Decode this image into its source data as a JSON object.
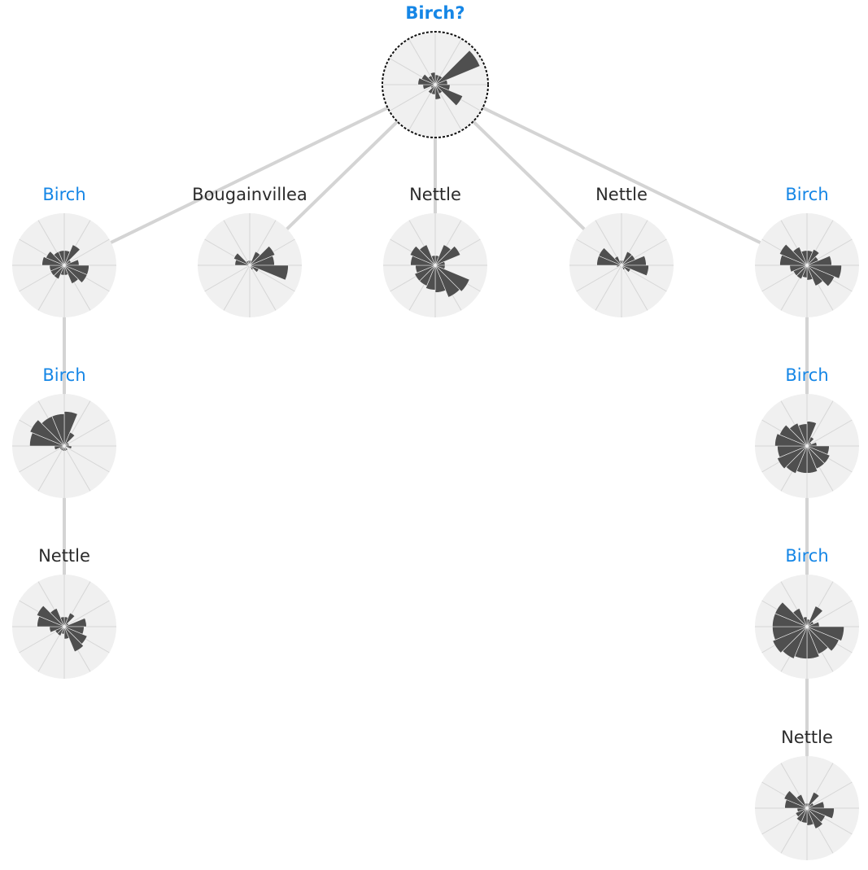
{
  "colors": {
    "birch": "#1586e6",
    "other": "#2b2b2b",
    "edge": "#d4d4d4",
    "disk": "#f0f0f0",
    "grid": "#d6d6d6",
    "petal": "#4f4f4f",
    "root_ring": "#111111"
  },
  "root": {
    "label": "Birch?",
    "species": "birch",
    "petals": [
      0.2,
      0.2,
      0.98,
      0.25,
      0.3,
      0.6,
      0.2,
      0.3,
      0.2,
      0.2,
      0.1,
      0.25,
      0.35,
      0.3,
      0.2,
      0.25
    ]
  },
  "columns": [
    [
      {
        "label": "Birch",
        "species": "birch",
        "petals": [
          0.3,
          0.45,
          0.15,
          0.3,
          0.5,
          0.5,
          0.4,
          0.2,
          0.2,
          0.3,
          0.3,
          0.3,
          0.45,
          0.4,
          0.3,
          0.3
        ]
      },
      {
        "label": "Birch",
        "species": "birch",
        "petals": [
          0.7,
          0.3,
          0.1,
          0.1,
          0.15,
          0.05,
          0.1,
          0.1,
          0.1,
          0.1,
          0.1,
          0.2,
          0.7,
          0.75,
          0.65,
          0.65
        ]
      },
      {
        "label": "Nettle",
        "species": "nettle",
        "petals": [
          0.2,
          0.3,
          0.1,
          0.45,
          0.4,
          0.5,
          0.55,
          0.25,
          0.15,
          0.2,
          0.2,
          0.3,
          0.55,
          0.6,
          0.4,
          0.2
        ]
      }
    ],
    [
      {
        "label": "Bougainvillea",
        "species": "other",
        "petals": [
          0.1,
          0.3,
          0.55,
          0.5,
          0.78,
          0.2,
          0.1,
          0.05,
          0.05,
          0.05,
          0.05,
          0.05,
          0.3,
          0.35,
          0.1,
          0.1
        ]
      }
    ],
    [
      {
        "label": "Nettle",
        "species": "nettle",
        "petals": [
          0.2,
          0.45,
          0.55,
          0.2,
          0.2,
          0.75,
          0.7,
          0.55,
          0.5,
          0.45,
          0.45,
          0.4,
          0.5,
          0.55,
          0.45,
          0.2
        ]
      }
    ],
    [
      {
        "label": "Nettle",
        "species": "nettle",
        "petals": [
          0.1,
          0.3,
          0.3,
          0.5,
          0.55,
          0.2,
          0.1,
          0.05,
          0.05,
          0.05,
          0.05,
          0.1,
          0.5,
          0.5,
          0.2,
          0.1
        ]
      }
    ],
    [
      {
        "label": "Birch",
        "species": "birch",
        "petals": [
          0.3,
          0.35,
          0.25,
          0.5,
          0.7,
          0.6,
          0.45,
          0.3,
          0.25,
          0.3,
          0.3,
          0.35,
          0.55,
          0.6,
          0.4,
          0.3
        ]
      },
      {
        "label": "Birch",
        "species": "birch",
        "petals": [
          0.5,
          0.2,
          0.1,
          0.2,
          0.45,
          0.5,
          0.5,
          0.55,
          0.55,
          0.6,
          0.65,
          0.6,
          0.65,
          0.6,
          0.5,
          0.45
        ]
      },
      {
        "label": "Birch",
        "species": "birch",
        "petals": [
          0.15,
          0.45,
          0.15,
          0.25,
          0.75,
          0.7,
          0.6,
          0.65,
          0.65,
          0.7,
          0.75,
          0.7,
          0.7,
          0.7,
          0.4,
          0.2
        ]
      },
      {
        "label": "Nettle",
        "species": "nettle",
        "petals": [
          0.1,
          0.35,
          0.15,
          0.35,
          0.55,
          0.4,
          0.45,
          0.35,
          0.3,
          0.3,
          0.25,
          0.2,
          0.45,
          0.5,
          0.3,
          0.1
        ]
      }
    ]
  ]
}
